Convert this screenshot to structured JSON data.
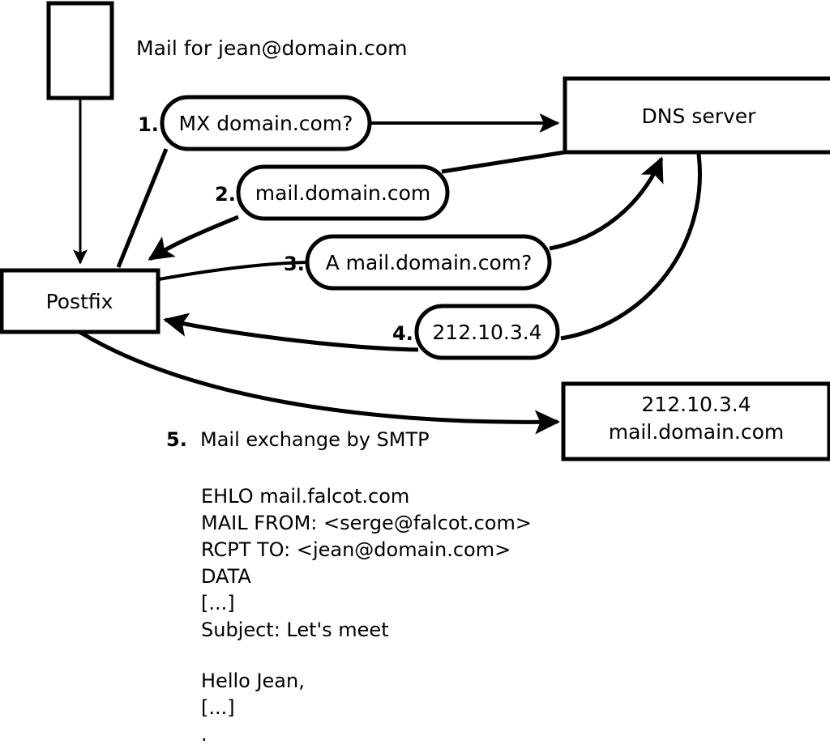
{
  "diagram": {
    "title_text": "Mail for jean@domain.com",
    "nodes": {
      "mua": {
        "label": ""
      },
      "postfix": {
        "label": "Postfix"
      },
      "dns": {
        "label": "DNS server"
      },
      "mailserver": {
        "line1": "212.10.3.4",
        "line2": "mail.domain.com"
      }
    },
    "steps": [
      {
        "number": "1.",
        "text": "MX domain.com?"
      },
      {
        "number": "2.",
        "text": "mail.domain.com"
      },
      {
        "number": "3.",
        "text": "A mail.domain.com?"
      },
      {
        "number": "4.",
        "text": "212.10.3.4"
      }
    ],
    "step5": {
      "number": "5.",
      "text": "Mail exchange by SMTP"
    },
    "smtp_transcript": [
      "EHLO mail.falcot.com",
      "MAIL FROM: <serge@falcot.com>",
      "RCPT TO: <jean@domain.com>",
      "DATA",
      "[...]",
      "Subject: Let's meet",
      "",
      "Hello Jean,",
      "[...]",
      "."
    ],
    "colors": {
      "stroke": "#000000",
      "fill": "#ffffff",
      "text": "#000000"
    }
  }
}
